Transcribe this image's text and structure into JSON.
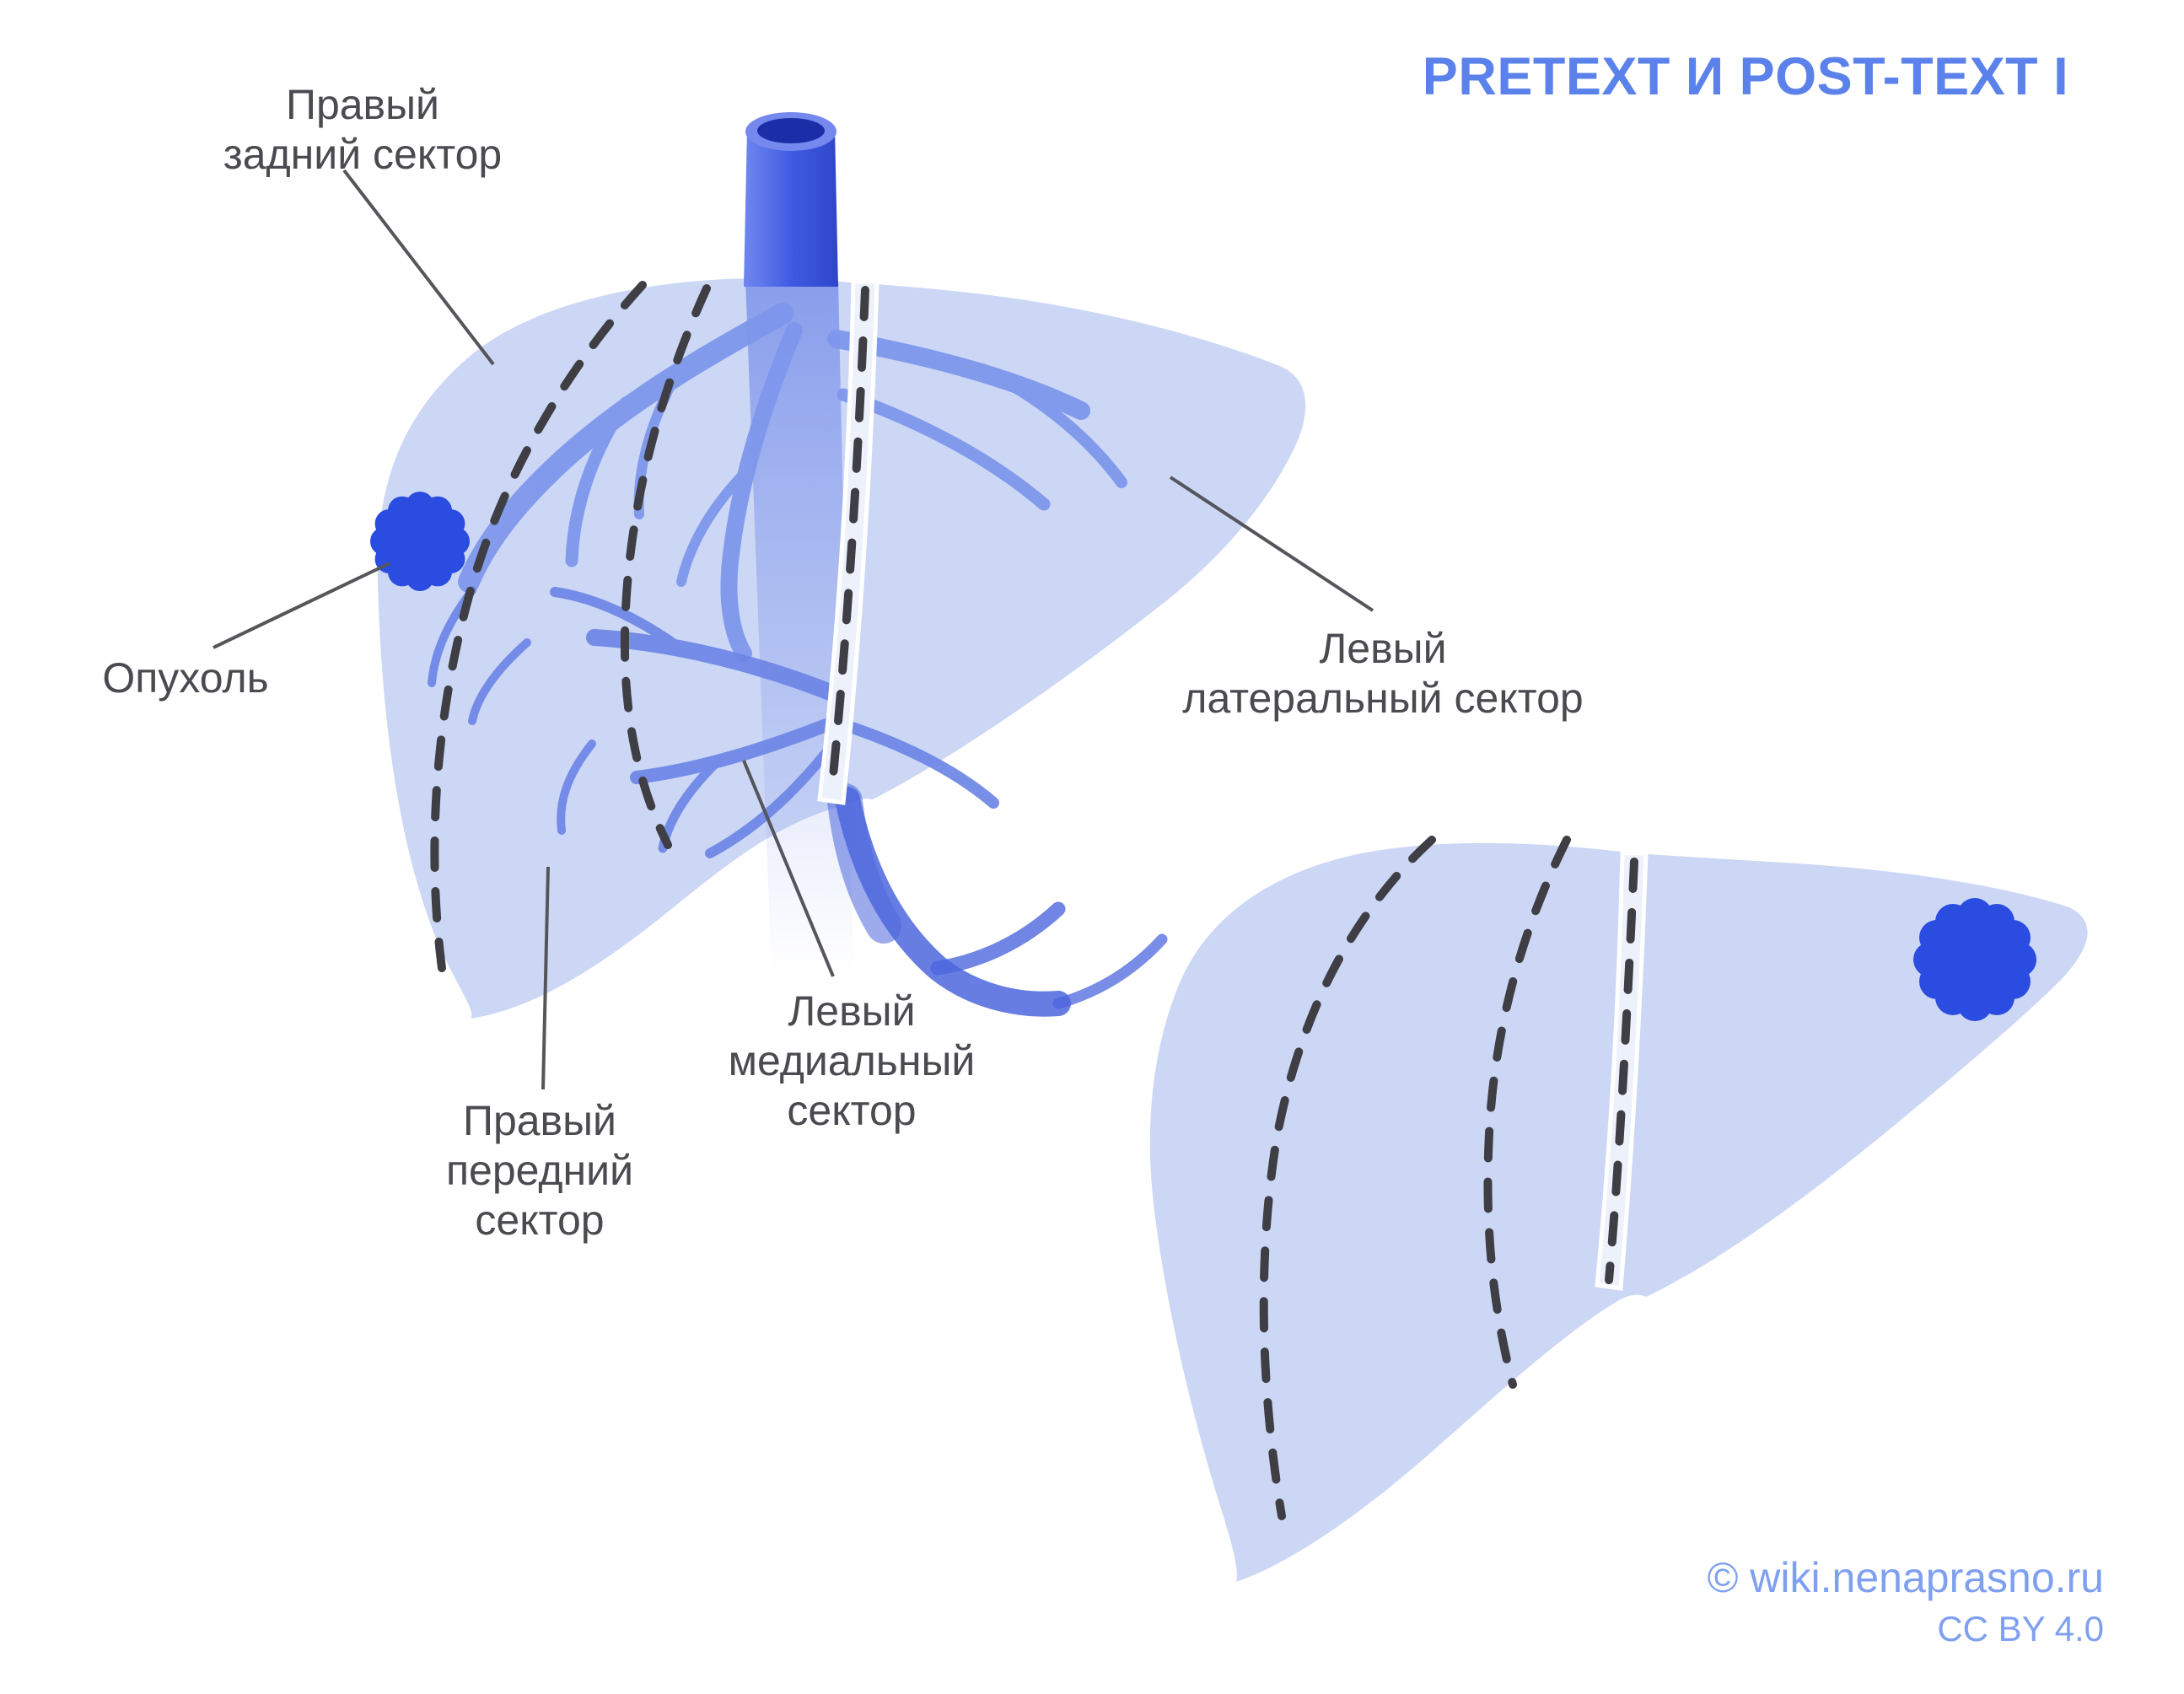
{
  "title": "PRETEXT И POST-TEXT I",
  "labels": {
    "right_posterior": "Правый\nзадний сектор",
    "tumor": "Опухоль",
    "left_lateral": "Левый\nлатеральный сектор",
    "left_medial": "Левый\nмедиальный\nсектор",
    "right_anterior": "Правый\nпередний\nсектор"
  },
  "credit": {
    "source": "© wiki.nenaprasno.ru",
    "license": "CC BY 4.0"
  },
  "colors": {
    "liver": "#ccd7f5",
    "vessel": "#7e97ec",
    "portal": "#6d86e6",
    "vessel_dark": "#4c66dd",
    "tumor": "#2b4ce0",
    "dash": "#3e3e44",
    "band": "#edf1fc",
    "label_text": "#4a4a50",
    "title_text": "#5b82ea",
    "credit_text": "#7fa0f0",
    "pointer": "#55555c"
  }
}
